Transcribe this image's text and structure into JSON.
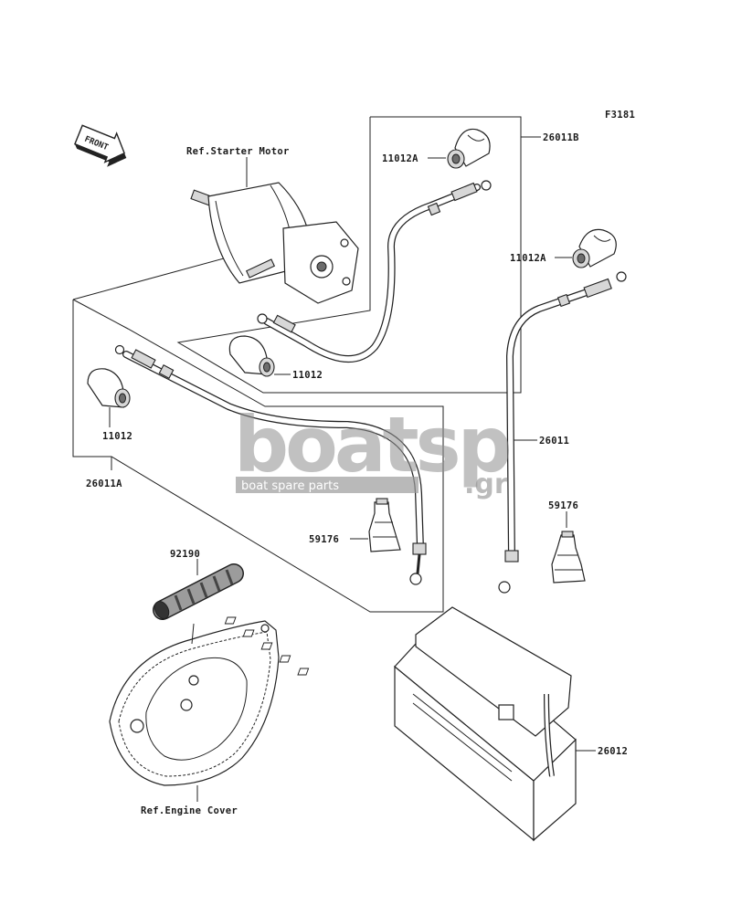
{
  "figure_code": "F3181",
  "front_label": "FRONT",
  "watermark": {
    "brand": "boatsp",
    "suffix": ".gr",
    "tagline": "boat spare parts"
  },
  "labels": {
    "starter_motor": "Ref.Starter Motor",
    "engine_cover": "Ref.Engine Cover",
    "cable_b": "26011B",
    "cable_a": "26011A",
    "cable": "26011",
    "battery": "26012",
    "cap_a_top": "11012A",
    "cap_a_right": "11012A",
    "cap_mid": "11012",
    "cap_left": "11012",
    "boot_mid": "59176",
    "boot_right": "59176",
    "hose": "92190"
  }
}
